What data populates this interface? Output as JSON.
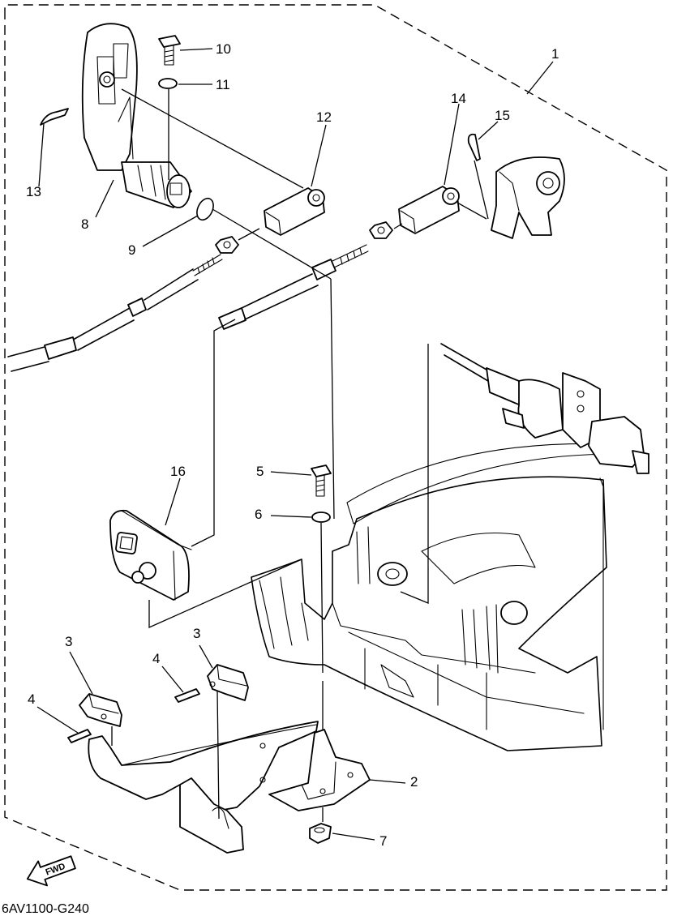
{
  "diagram_code": "6AV1100-G240",
  "fwd_label": "FWD",
  "callouts": {
    "c1": "1",
    "c2": "2",
    "c3a": "3",
    "c3b": "3",
    "c4a": "4",
    "c4b": "4",
    "c5": "5",
    "c6": "6",
    "c7": "7",
    "c8": "8",
    "c9": "9",
    "c10": "10",
    "c11": "11",
    "c12": "12",
    "c13": "13",
    "c14": "14",
    "c15": "15",
    "c16": "16"
  }
}
